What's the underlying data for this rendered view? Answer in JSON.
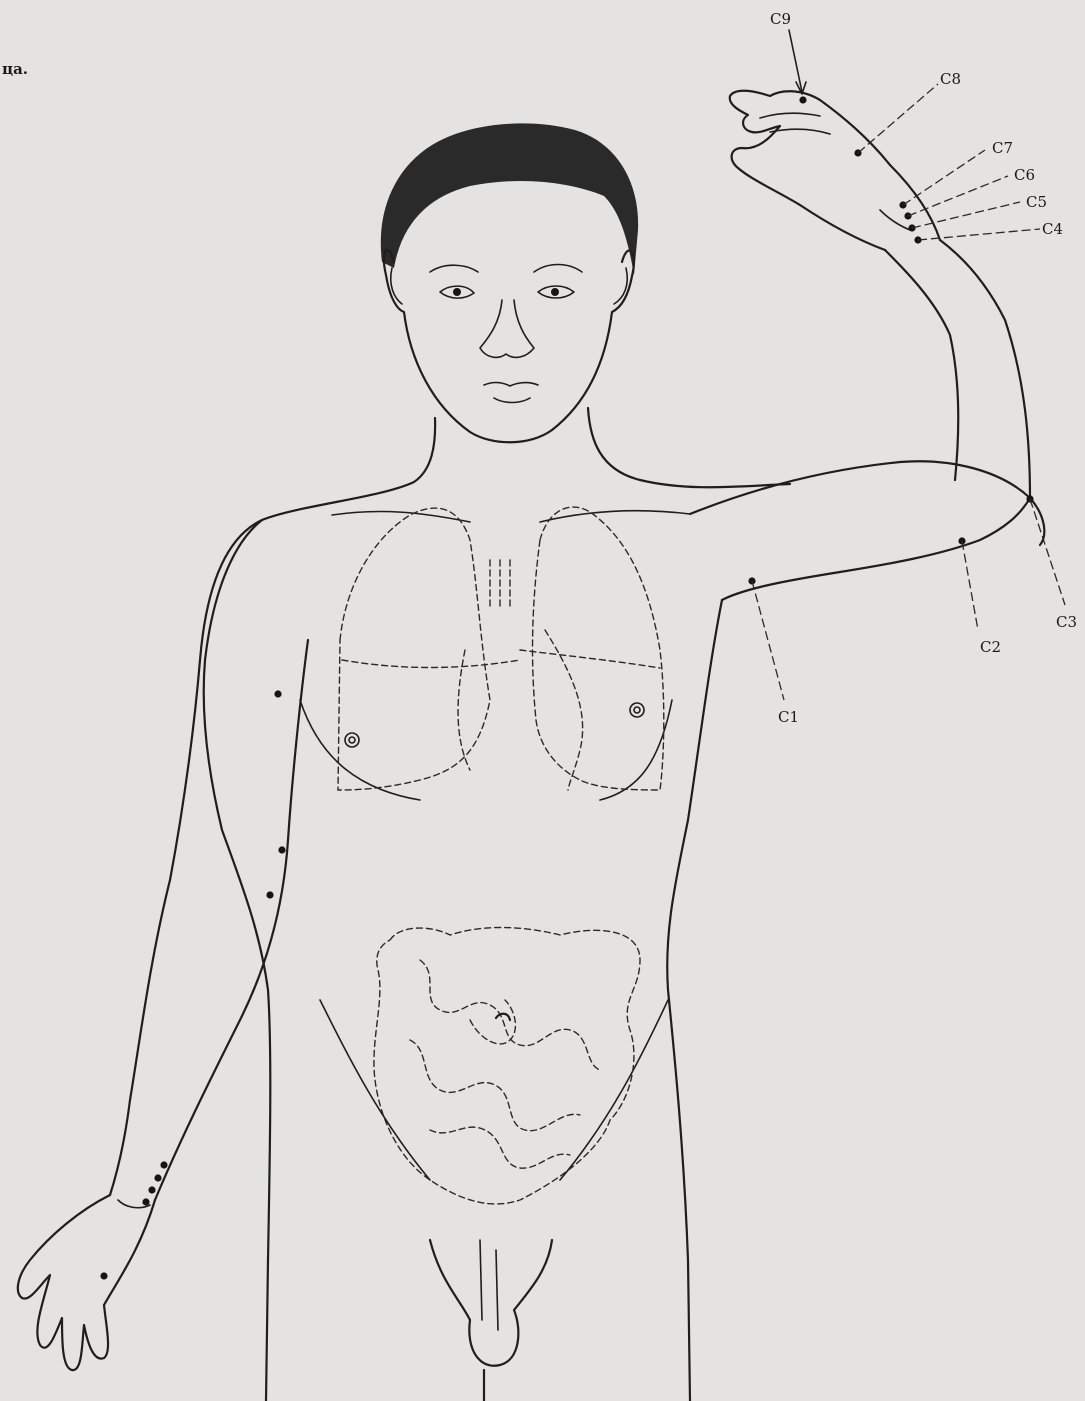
{
  "caption_fragment": "ца.",
  "points": {
    "c1": "C1",
    "c2": "C2",
    "c3": "C3",
    "c4": "C4",
    "c5": "C5",
    "c6": "C6",
    "c7": "C7",
    "c8": "C8",
    "c9": "C9"
  }
}
